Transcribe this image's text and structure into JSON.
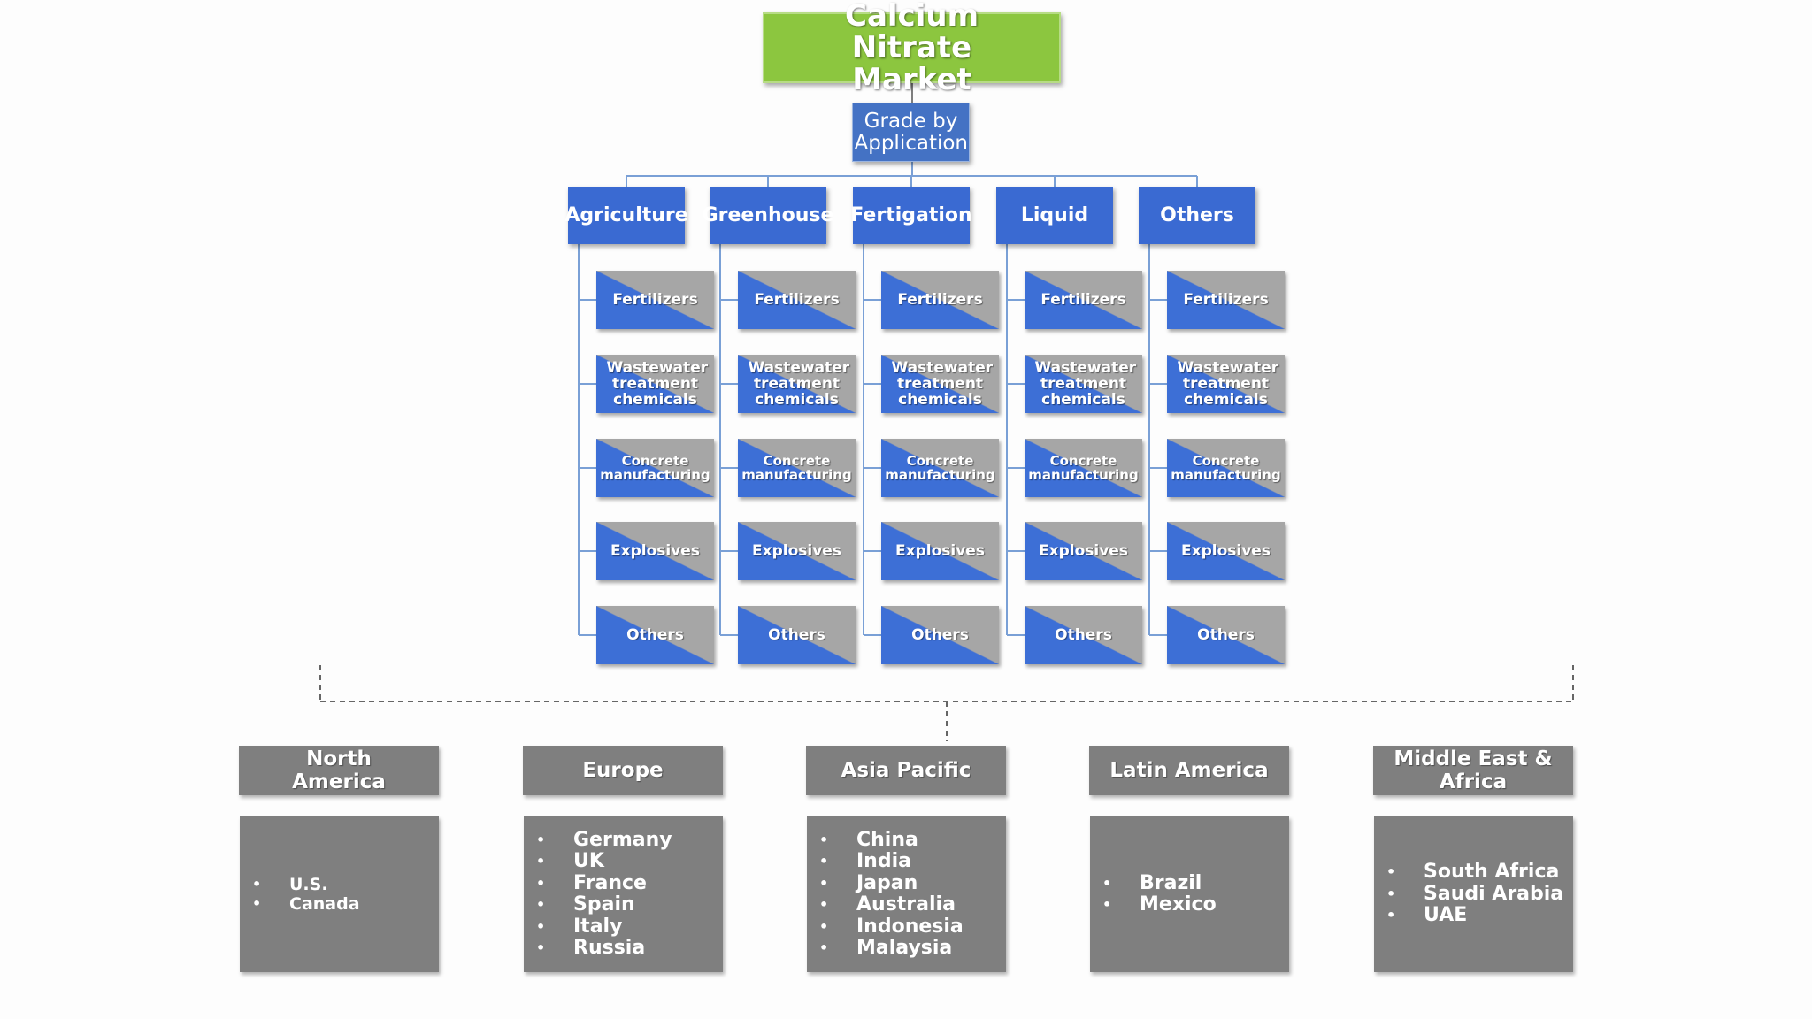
{
  "diagram": {
    "title": "Calcium Nitrate Market",
    "segment_label": "Grade by Application",
    "applications": [
      {
        "label": "Agriculture",
        "subs": [
          "Fertilizers",
          "Wastewater treatment chemicals",
          "Concrete manufacturing",
          "Explosives",
          "Others"
        ]
      },
      {
        "label": "Greenhouse",
        "subs": [
          "Fertilizers",
          "Wastewater treatment chemicals",
          "Concrete manufacturing",
          "Explosives",
          "Others"
        ]
      },
      {
        "label": "Fertigation",
        "subs": [
          "Fertilizers",
          "Wastewater treatment chemicals",
          "Concrete manufacturing",
          "Explosives",
          "Others"
        ]
      },
      {
        "label": "Liquid",
        "subs": [
          "Fertilizers",
          "Wastewater treatment chemicals",
          "Concrete manufacturing",
          "Explosives",
          "Others"
        ]
      },
      {
        "label": "Others",
        "subs": [
          "Fertilizers",
          "Wastewater treatment chemicals",
          "Concrete manufacturing",
          "Explosives",
          "Others"
        ]
      }
    ],
    "regions": [
      {
        "name": "North America",
        "countries": [
          "U.S.",
          "Canada"
        ]
      },
      {
        "name": "Europe",
        "countries": [
          "Germany",
          "UK",
          "France",
          "Spain",
          "Italy",
          "Russia"
        ]
      },
      {
        "name": "Asia Pacific",
        "countries": [
          "China",
          "India",
          "Japan",
          "Australia",
          "Indonesia",
          "Malaysia"
        ]
      },
      {
        "name": "Latin America",
        "countries": [
          "Brazil",
          "Mexico"
        ]
      },
      {
        "name": "Middle East & Africa",
        "countries": [
          "South Africa",
          "Saudi Arabia",
          "UAE"
        ]
      }
    ]
  },
  "colors": {
    "title_green": "#8cc63f",
    "node_blue": "#3a6ad2",
    "tile_gray": "#a6a6a6",
    "region_gray": "#7f7f7f",
    "connector": "#7aa0d6"
  }
}
